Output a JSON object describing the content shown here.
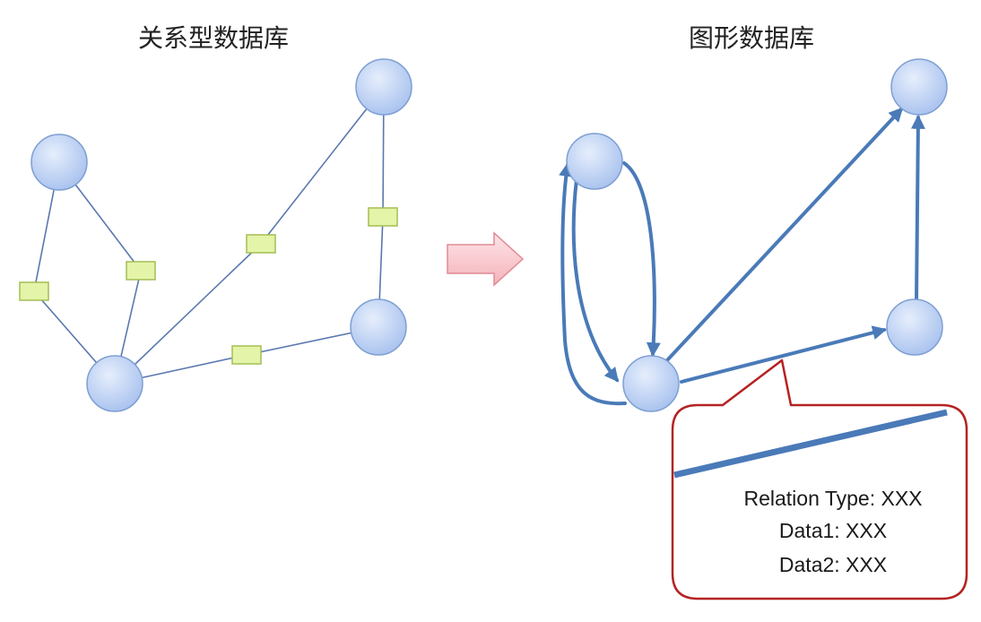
{
  "titles": {
    "relational": "关系型数据库",
    "graph": "图形数据库"
  },
  "callout": {
    "line1": "Relation Type: XXX",
    "line2": "Data1: XXX",
    "line3": "Data2: XXX"
  },
  "colors": {
    "node_fill_light": "#dce8fb",
    "node_fill_dark": "#9db9ea",
    "node_stroke": "#7e9fd3",
    "relational_edge": "#5a78b0",
    "join_box_fill": "#e2f3a4",
    "join_box_stroke": "#a3be55",
    "graph_edge": "#4a7ab8",
    "transform_arrow_fill": "#f9c6cc",
    "transform_arrow_stroke": "#e08a94",
    "callout_border": "#b52222"
  }
}
